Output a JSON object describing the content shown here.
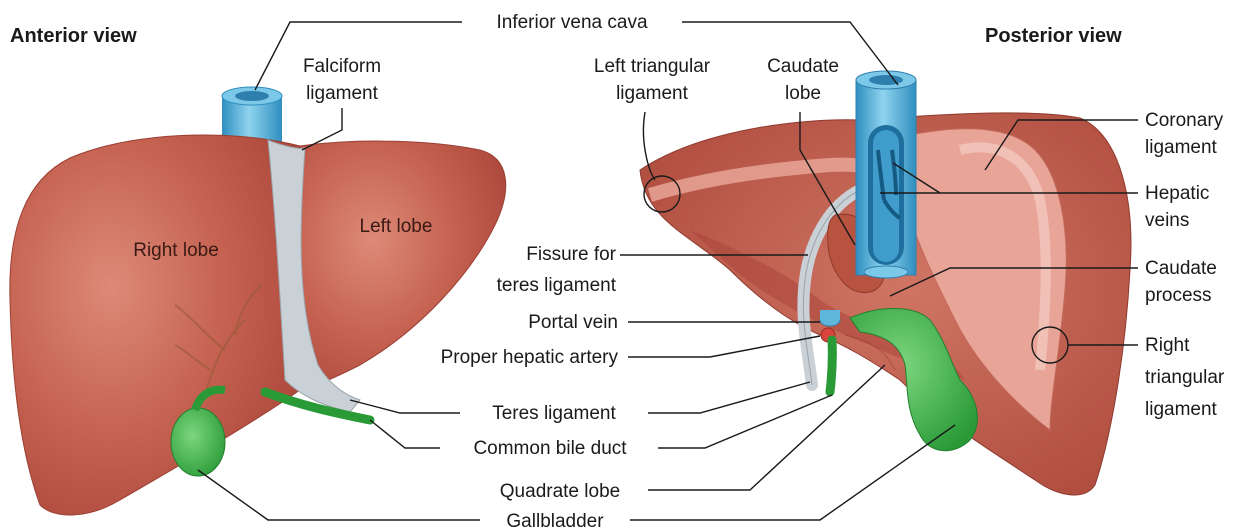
{
  "views": {
    "anterior": "Anterior view",
    "posterior": "Posterior view"
  },
  "labels": {
    "inferior_vena_cava": "Inferior vena cava",
    "falciform_ligament_1": "Falciform",
    "falciform_ligament_2": "ligament",
    "left_triangular_1": "Left triangular",
    "left_triangular_2": "ligament",
    "caudate_lobe_1": "Caudate",
    "caudate_lobe_2": "lobe",
    "coronary_1": "Coronary",
    "coronary_2": "ligament",
    "hepatic_veins_1": "Hepatic",
    "hepatic_veins_2": "veins",
    "caudate_process_1": "Caudate",
    "caudate_process_2": "process",
    "right_triangular_1": "Right",
    "right_triangular_2": "triangular",
    "right_triangular_3": "ligament",
    "fissure_1": "Fissure for",
    "fissure_2": "teres ligament",
    "portal_vein": "Portal vein",
    "proper_hepatic_artery": "Proper hepatic artery",
    "teres_ligament": "Teres ligament",
    "common_bile_duct": "Common bile duct",
    "quadrate_lobe": "Quadrate lobe",
    "gallbladder": "Gallbladder",
    "right_lobe": "Right lobe",
    "left_lobe": "Left lobe"
  },
  "colors": {
    "liver": "#c4604f",
    "liver_dark": "#a9463a",
    "liver_light": "#e7a194",
    "ligament": "#c9d0d6",
    "vena_cava": "#5fb6dc",
    "gallbladder": "#3fb54a",
    "artery": "#d9443d"
  }
}
